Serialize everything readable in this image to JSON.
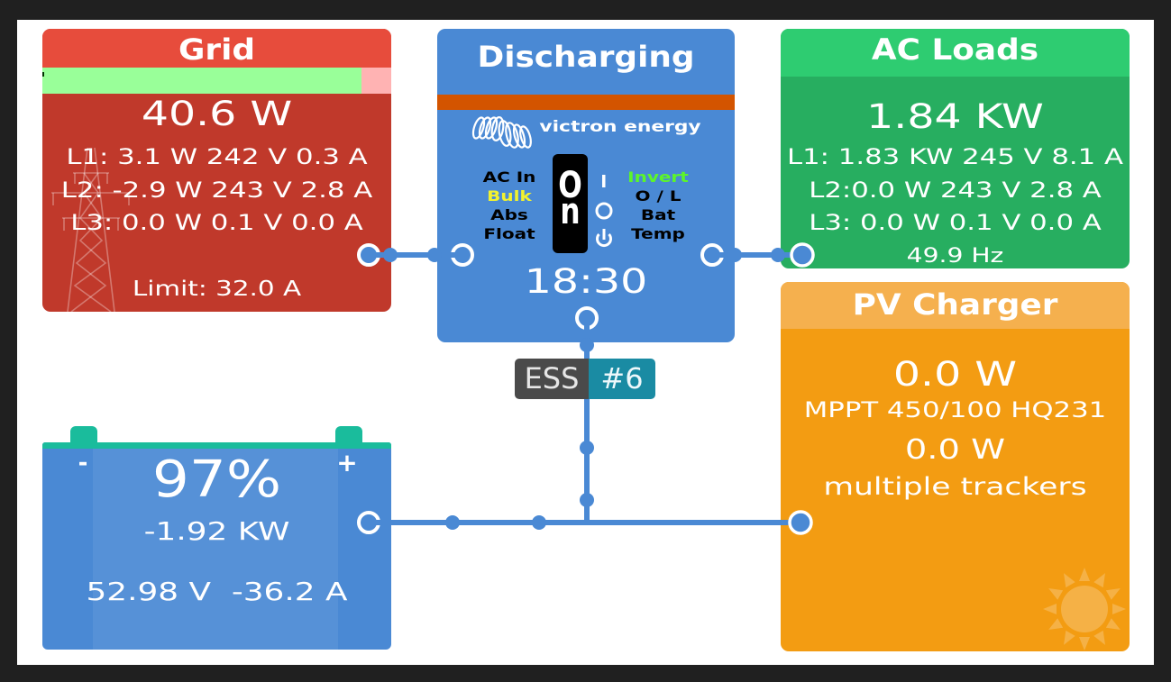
{
  "grid": {
    "title": "Grid",
    "total_power": "40.6 W",
    "phases": [
      "L1: 3.1 W 242 V 0.3 A",
      "L2: -2.9 W 243 V 2.8 A",
      "L3: 0.0 W 0.1 V 0.0 A"
    ],
    "input_limit": "Limit: 32.0 A",
    "current_bar_fill": 0.915,
    "icon": "power-pylon-icon"
  },
  "inverter": {
    "state": "Discharging",
    "brand": "victron energy",
    "switch_letters": [
      "O",
      "n"
    ],
    "switch_positions": [
      "I",
      "O",
      "power-icon"
    ],
    "left_leds": [
      {
        "label": "AC In",
        "color": "#000000"
      },
      {
        "label": "Bulk",
        "color": "#f2f22e"
      },
      {
        "label": "Abs",
        "color": "#000000"
      },
      {
        "label": "Float",
        "color": "#000000"
      }
    ],
    "right_leds": [
      {
        "label": "Invert",
        "color": "#5cf52a"
      },
      {
        "label": "O / L",
        "color": "#000000"
      },
      {
        "label": "Bat",
        "color": "#000000"
      },
      {
        "label": "Temp",
        "color": "#000000"
      }
    ],
    "time": "18:30"
  },
  "ac_loads": {
    "title": "AC Loads",
    "total_power": "1.84 KW",
    "phases": [
      "L1: 1.83 KW 245 V 8.1 A",
      "L2:0.0 W 243 V 2.8 A",
      "L3: 0.0 W 0.1 V 0.0 A"
    ],
    "frequency": "49.9 Hz"
  },
  "pv_charger": {
    "title": "PV Charger",
    "total_power": "0.0 W",
    "device_name": "MPPT 450/100 HQ231",
    "device_power": "0.0 W",
    "tracker_info": "multiple trackers",
    "icon": "sun-icon"
  },
  "battery": {
    "soc": "97%",
    "soc_fraction": 0.97,
    "power": "-1.92 KW",
    "voltage": "52.98 V",
    "current": "-36.2 A",
    "negative_terminal": "-",
    "positive_terminal": "+"
  },
  "ess_badge": {
    "label": "ESS",
    "value": "#6"
  },
  "colors": {
    "grid_header": "#e74c3c",
    "grid_body": "#c0392b",
    "grid_bar_ok": "#99ff99",
    "grid_bar_over": "#ffb3b3",
    "inverter": "#4a89d4",
    "inverter_strip": "#d35400",
    "ac_header": "#2ecc71",
    "ac_body": "#27ae60",
    "pv_header": "#f5b04e",
    "pv_body": "#f39c12",
    "battery_body": "#4a89d4",
    "battery_top": "#1abc9c",
    "connection": "#4a89d4",
    "ess_label_bg": "#4a4a4a",
    "ess_value_bg": "#1a8ba3"
  }
}
